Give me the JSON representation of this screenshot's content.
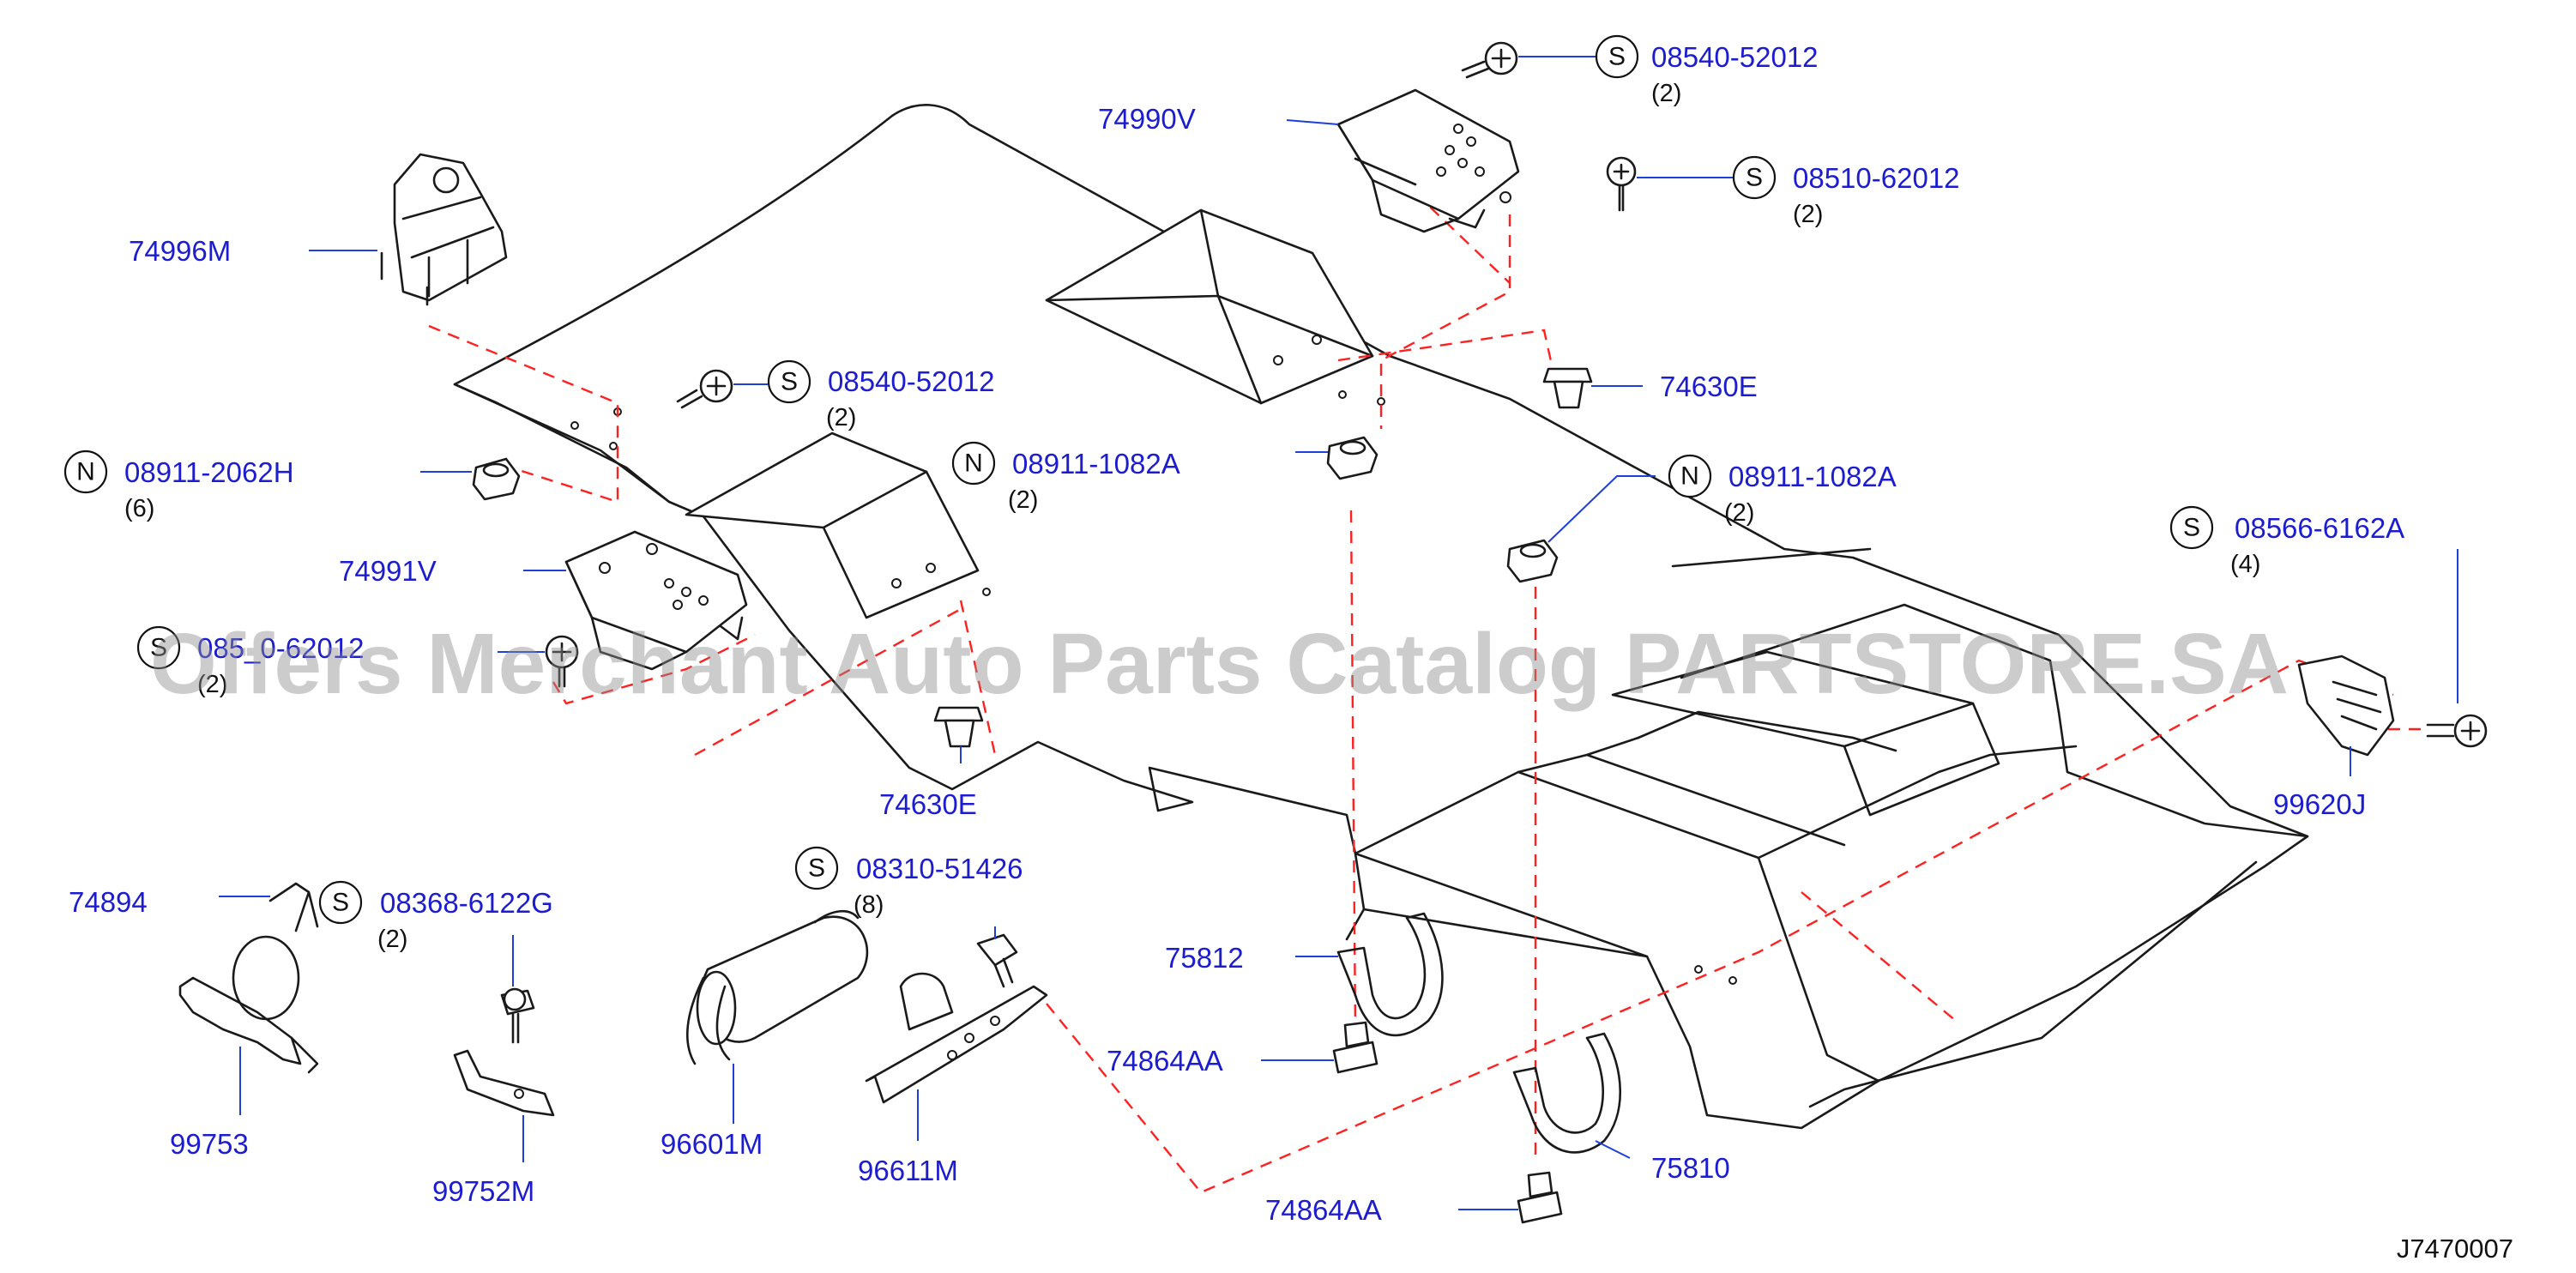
{
  "diagram_ref": "J7470007",
  "watermark": "Offers Merchant Auto Parts Catalog PARTSTORE.SA",
  "colors": {
    "part_number": "#1c1cd0",
    "leader": "#1e3fd8",
    "dash_line": "#ff2020",
    "line_art": "#1a1a1a"
  },
  "labels": [
    {
      "id": "74990V",
      "part": "74990V"
    },
    {
      "id": "s-08540-top",
      "prefix": "S",
      "part": "08540-52012",
      "qty": "(2)"
    },
    {
      "id": "s-08510",
      "prefix": "S",
      "part": "08510-62012",
      "qty": "(2)"
    },
    {
      "id": "74996M",
      "part": "74996M"
    },
    {
      "id": "s-08540-mid",
      "prefix": "S",
      "part": "08540-52012",
      "qty": "(2)"
    },
    {
      "id": "74630E-top",
      "part": "74630E"
    },
    {
      "id": "n-08911-2062h",
      "prefix": "N",
      "part": "08911-2062H",
      "qty": "(6)"
    },
    {
      "id": "n-08911-1082a-mid",
      "prefix": "N",
      "part": "08911-1082A",
      "qty": "(2)"
    },
    {
      "id": "n-08911-1082a-right",
      "prefix": "N",
      "part": "08911-1082A",
      "qty": "(2)"
    },
    {
      "id": "s-08566",
      "prefix": "S",
      "part": "08566-6162A",
      "qty": "(4)"
    },
    {
      "id": "74991V",
      "part": "74991V"
    },
    {
      "id": "s-085x0-left",
      "prefix": "S",
      "part": "085_0-62012",
      "qty": "(2)"
    },
    {
      "id": "74630E-bottom",
      "part": "74630E"
    },
    {
      "id": "99620J",
      "part": "99620J"
    },
    {
      "id": "74894",
      "part": "74894"
    },
    {
      "id": "s-08368",
      "prefix": "S",
      "part": "08368-6122G",
      "qty": "(2)"
    },
    {
      "id": "s-08310",
      "prefix": "S",
      "part": "08310-51426",
      "qty": "(8)"
    },
    {
      "id": "75812",
      "part": "75812"
    },
    {
      "id": "74864AA-top",
      "part": "74864AA"
    },
    {
      "id": "99753",
      "part": "99753"
    },
    {
      "id": "99752M",
      "part": "99752M"
    },
    {
      "id": "96601M",
      "part": "96601M"
    },
    {
      "id": "96611M",
      "part": "96611M"
    },
    {
      "id": "75810",
      "part": "75810"
    },
    {
      "id": "74864AA-bottom",
      "part": "74864AA"
    }
  ]
}
